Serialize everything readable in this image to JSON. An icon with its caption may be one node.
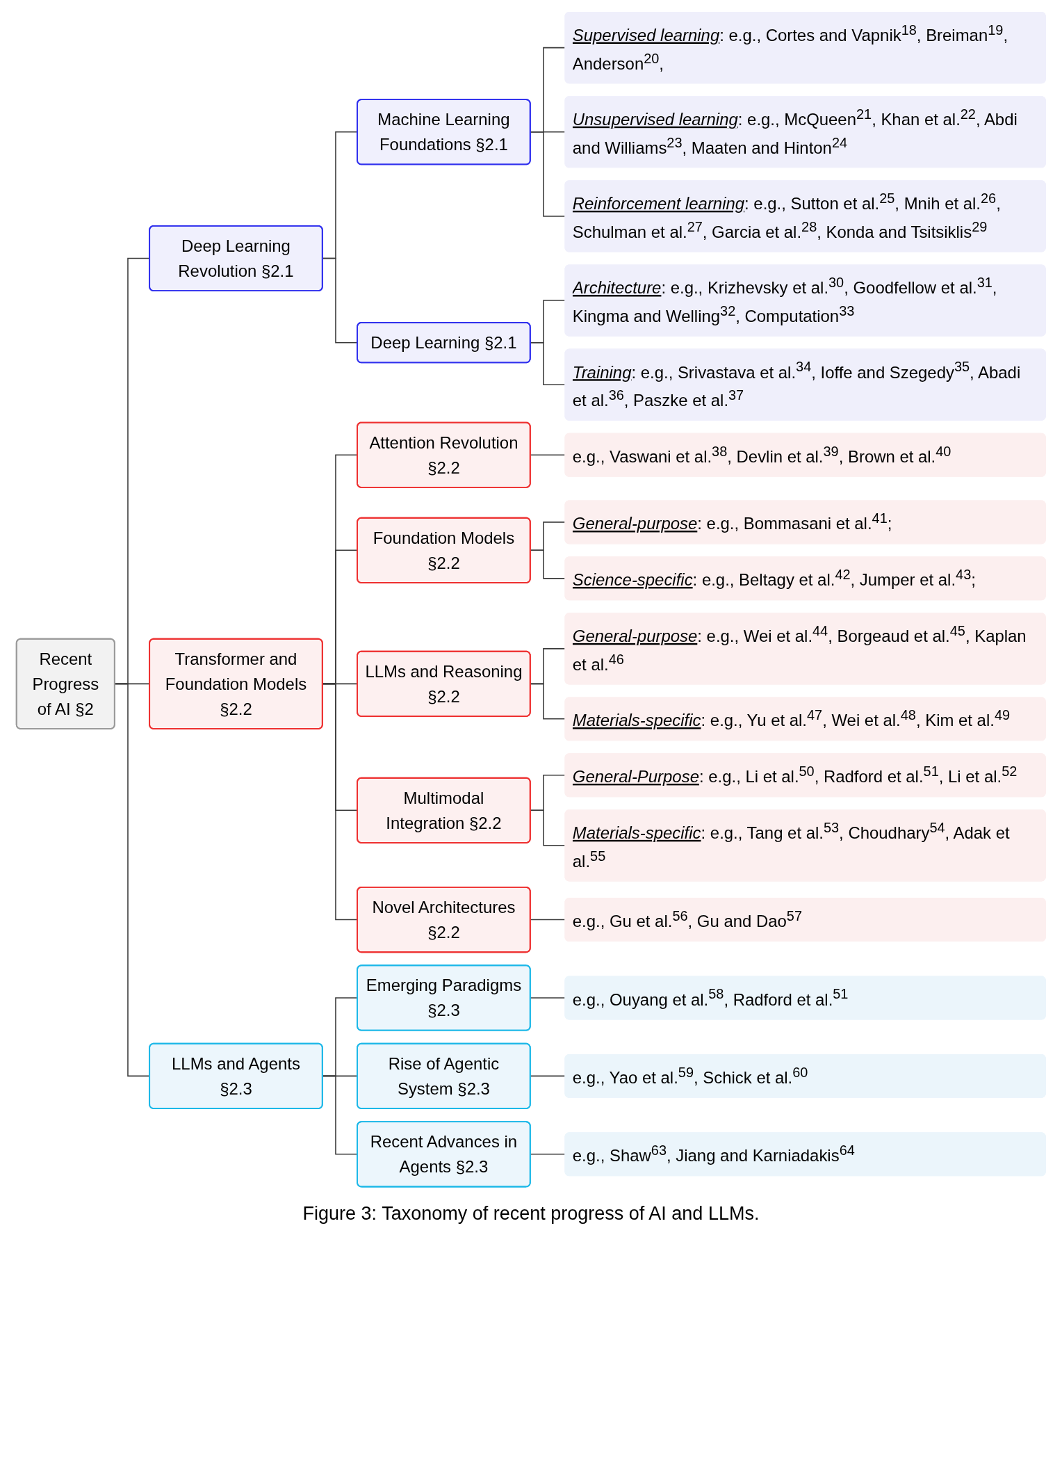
{
  "diagram": {
    "caption": "Figure 3: Taxonomy of recent progress of AI and LLMs.",
    "nodes": [
      {
        "text": [
          "Recent Progress of AI §2"
        ]
      },
      {
        "text": [
          "Deep Learning Revolution §2.1"
        ]
      },
      {
        "text": [
          "Machine Learning Foundations §2.1"
        ]
      },
      {
        "text": [
          "*Supervised learning*: e.g., Cortes and Vapnik$^{18}$, Breiman$^{19}$, Anderson$^{20}$,"
        ]
      },
      {
        "text": [
          "*Unsupervised learning*: e.g., McQueen$^{21}$, Khan et al.$^{22}$, Abdi and Williams$^{23}$, Maaten and Hinton$^{24}$"
        ]
      },
      {
        "text": [
          "*Reinforcement learning*: e.g., Sutton et al.$^{25}$, Mnih et al.$^{26}$, Schulman et al.$^{27}$, Garcia et al.$^{28}$, Konda and Tsitsiklis$^{29}$"
        ]
      },
      {
        "text": [
          "Deep Learning §2.1"
        ]
      },
      {
        "text": [
          "*Architecture*: e.g., Krizhevsky et al.$^{30}$, Goodfellow et al.$^{31}$, Kingma and Welling$^{32}$, Computation$^{33}$"
        ]
      },
      {
        "text": [
          "*Training*: e.g., Srivastava et al.$^{34}$, Ioffe and Szegedy$^{35}$, Abadi et al.$^{36}$, Paszke et al.$^{37}$"
        ]
      },
      {
        "text": [
          "Transformer and Foundation Models §2.2"
        ]
      },
      {
        "text": [
          "Attention Revolution §2.2"
        ]
      },
      {
        "text": [
          "e.g., Vaswani et al.$^{38}$, Devlin et al.$^{39}$, Brown et al.$^{40}$"
        ]
      },
      {
        "text": [
          "Foundation Models §2.2"
        ]
      },
      {
        "text": [
          "*General-purpose*: e.g., Bommasani et al.$^{41}$;"
        ]
      },
      {
        "text": [
          "*Science-specific*: e.g., Beltagy et al.$^{42}$, Jumper et al.$^{43}$;"
        ]
      },
      {
        "text": [
          "LLMs and Reasoning §2.2"
        ]
      },
      {
        "text": [
          "*General-purpose*: e.g., Wei et al.$^{44}$, Borgeaud et al.$^{45}$, Kaplan et al.$^{46}$"
        ]
      },
      {
        "text": [
          "*Materials-specific*: e.g., Yu et al.$^{47}$, Wei et al.$^{48}$, Kim et al.$^{49}$"
        ]
      },
      {
        "text": [
          "Multimodal Integration §2.2"
        ]
      },
      {
        "text": [
          "*General-Purpose*: e.g., Li et al.$^{50}$, Radford et al.$^{51}$, Li et al.$^{52}$"
        ]
      },
      {
        "text": [
          "*Materials-specific*: e.g., Tang et al.$^{53}$, Choudhary$^{54}$, Adak et al.$^{55}$"
        ]
      },
      {
        "text": [
          "Novel Architectures §2.2"
        ]
      },
      {
        "text": [
          "e.g., Gu et al.$^{56}$, Gu and Dao$^{57}$"
        ]
      },
      {
        "text": [
          "LLMs and Agents §2.3"
        ]
      },
      {
        "text": [
          "Emerging Paradigms §2.3"
        ]
      },
      {
        "text": [
          "e.g., Ouyang et al.$^{58}$, Radford et al.$^{51}$"
        ]
      },
      {
        "text": [
          "Rise of Agentic System §2.3"
        ]
      },
      {
        "text": [
          "e.g., Yao et al.$^{59}$, Schick et al.$^{60}$"
        ]
      },
      {
        "text": [
          "Recent Advances in Agents §2.3"
        ]
      },
      {
        "text": [
          "e.g., Shaw$^{63}$, Jiang and Karniadakis$^{64}$"
        ]
      }
    ],
    "edges": [
      {
        "from": 0,
        "to": 1,
        "arrow": "none"
      },
      {
        "from": 1,
        "to": 2,
        "arrow": "none"
      },
      {
        "from": 2,
        "to": 3,
        "arrow": "none"
      },
      {
        "from": 2,
        "to": 4,
        "arrow": "none"
      },
      {
        "from": 2,
        "to": 5,
        "arrow": "none"
      },
      {
        "from": 1,
        "to": 6,
        "arrow": "none"
      },
      {
        "from": 6,
        "to": 7,
        "arrow": "none"
      },
      {
        "from": 6,
        "to": 8,
        "arrow": "none"
      },
      {
        "from": 0,
        "to": 9,
        "arrow": "none"
      },
      {
        "from": 9,
        "to": 10,
        "arrow": "none"
      },
      {
        "from": 10,
        "to": 11,
        "arrow": "none"
      },
      {
        "from": 9,
        "to": 12,
        "arrow": "none"
      },
      {
        "from": 12,
        "to": 13,
        "arrow": "none"
      },
      {
        "from": 12,
        "to": 14,
        "arrow": "none"
      },
      {
        "from": 9,
        "to": 15,
        "arrow": "none"
      },
      {
        "from": 15,
        "to": 16,
        "arrow": "none"
      },
      {
        "from": 15,
        "to": 17,
        "arrow": "none"
      },
      {
        "from": 9,
        "to": 18,
        "arrow": "none"
      },
      {
        "from": 18,
        "to": 19,
        "arrow": "none"
      },
      {
        "from": 18,
        "to": 20,
        "arrow": "none"
      },
      {
        "from": 9,
        "to": 21,
        "arrow": "none"
      },
      {
        "from": 21,
        "to": 22,
        "arrow": "none"
      },
      {
        "from": 0,
        "to": 23,
        "arrow": "none"
      },
      {
        "from": 23,
        "to": 24,
        "arrow": "none"
      },
      {
        "from": 24,
        "to": 25,
        "arrow": "none"
      },
      {
        "from": 23,
        "to": 26,
        "arrow": "none"
      },
      {
        "from": 26,
        "to": 27,
        "arrow": "none"
      },
      {
        "from": 23,
        "to": 28,
        "arrow": "none"
      },
      {
        "from": 28,
        "to": 29,
        "arrow": "none"
      }
    ]
  }
}
